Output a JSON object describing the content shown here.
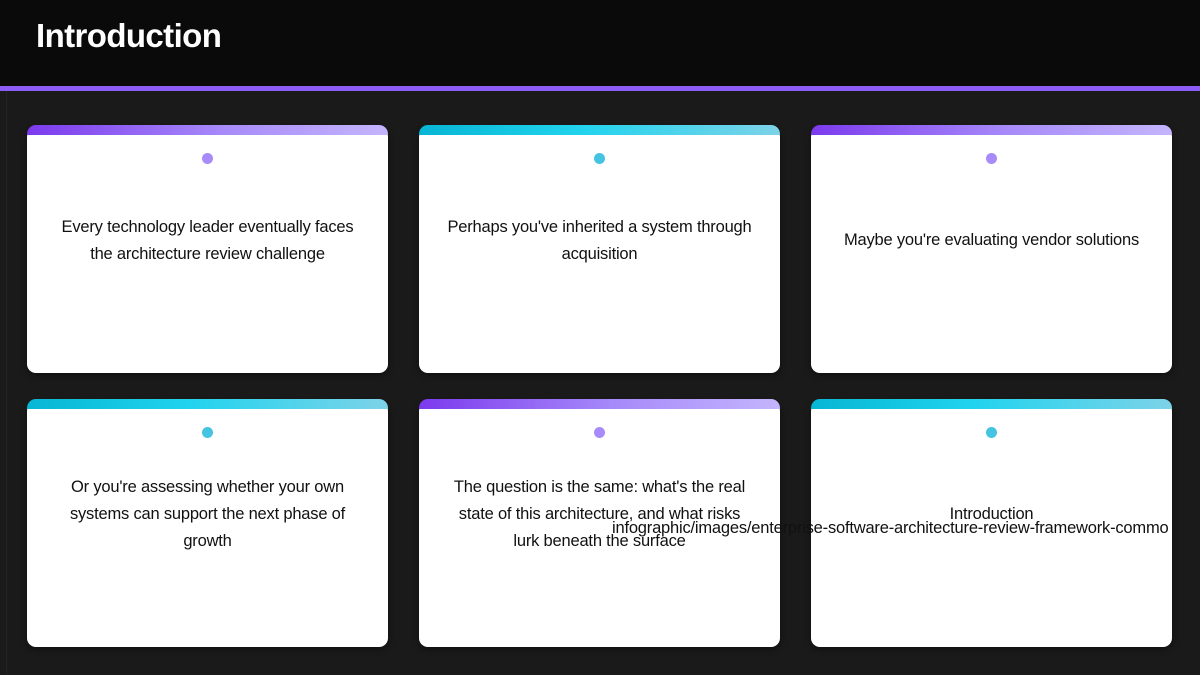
{
  "header": {
    "title": "Introduction",
    "accent_color": "#8b5cf6",
    "background_color": "#0a0a0a"
  },
  "page": {
    "background_color": "#1a1a1a",
    "card_background": "#ffffff",
    "text_color": "#111111"
  },
  "accents": {
    "purple": "#a78bfa",
    "purple_dark": "#7c3aed",
    "teal": "#22d3ee",
    "teal_dark": "#06b6d4"
  },
  "cards": [
    {
      "id": "card-1",
      "accent": "purple",
      "dot": "purple-dot",
      "text": "Every technology leader eventually faces the architecture review challenge"
    },
    {
      "id": "card-2",
      "accent": "teal",
      "dot": "teal-dot",
      "text": "Perhaps you've inherited a system through acquisition"
    },
    {
      "id": "card-3",
      "accent": "purple",
      "dot": "purple-dot",
      "text": "Maybe you're evaluating vendor solutions"
    },
    {
      "id": "card-4",
      "accent": "teal",
      "dot": "teal-dot",
      "text": "Or you're assessing whether your own systems can support the next phase of growth"
    },
    {
      "id": "card-5",
      "accent": "purple",
      "dot": "purple-dot",
      "text": "The question is the same: what's the real state of this architecture, and what risks lurk beneath the surface"
    },
    {
      "id": "card-6",
      "accent": "teal",
      "dot": "teal-dot",
      "text": "Introduction"
    }
  ],
  "overflow_text": "infographic/images/enterprise-software-architecture-review-framework-commo"
}
